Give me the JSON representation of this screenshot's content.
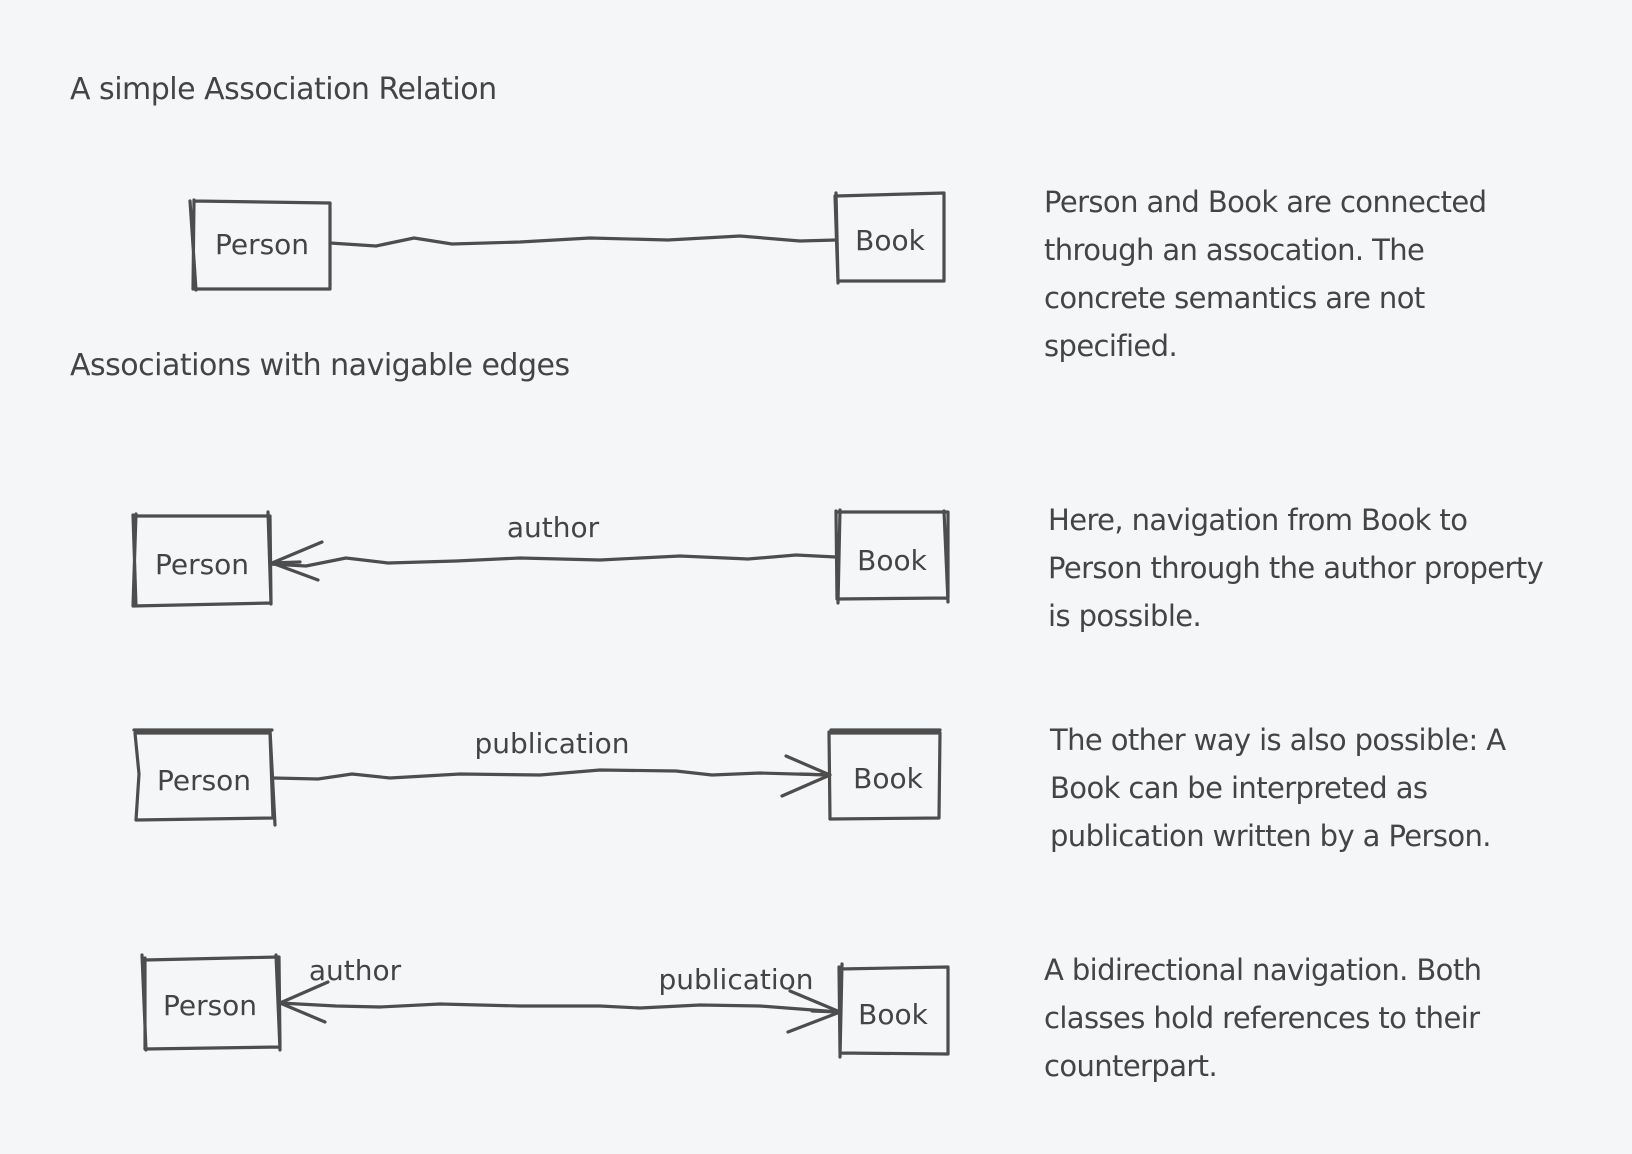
{
  "sections": [
    {
      "title": "A simple Association Relation"
    },
    {
      "title": "Associations with navigable edges"
    }
  ],
  "diagrams": [
    {
      "left_class": "Person",
      "right_class": "Book",
      "edge_labels": [],
      "navigation": "none",
      "note": "Person and Book are connected through an assocation. The concrete semantics are not specified."
    },
    {
      "left_class": "Person",
      "right_class": "Book",
      "edge_labels": [
        "author"
      ],
      "navigation": "book-to-person",
      "note": "Here, navigation from Book to Person through the author property is possible."
    },
    {
      "left_class": "Person",
      "right_class": "Book",
      "edge_labels": [
        "publication"
      ],
      "navigation": "person-to-book",
      "note": "The other way is also possible: A Book can be interpreted as publication written by a Person."
    },
    {
      "left_class": "Person",
      "right_class": "Book",
      "edge_labels": [
        "author",
        "publication"
      ],
      "navigation": "bidirectional",
      "note": "A bidirectional navigation. Both classes hold references to their counterpart."
    }
  ],
  "colors": {
    "background": "#f5f6f8",
    "stroke": "#4d4d4d",
    "text": "#444444"
  }
}
